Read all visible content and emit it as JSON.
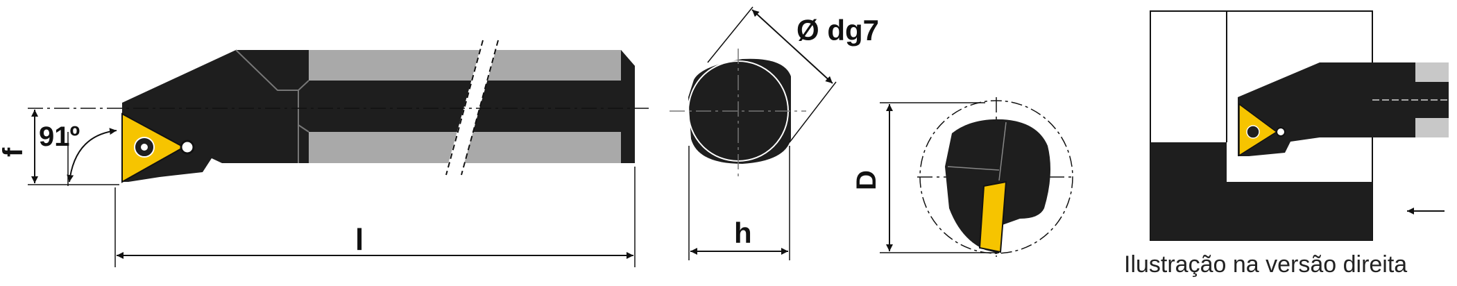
{
  "colors": {
    "body": "#1e1e1e",
    "flat": "#a9a9a9",
    "insert": "#f6c400",
    "line": "#111111",
    "background": "#ffffff"
  },
  "side_view": {
    "angle_label": "91º",
    "f_label": "f",
    "length_label": "l"
  },
  "end_view": {
    "diameter_label": "Ø dg7",
    "h_label": "h"
  },
  "bore_view": {
    "D_label": "D"
  },
  "illustration": {
    "caption": "Ilustração na versão direita",
    "feed_arrow_icon": "arrow-left-icon"
  }
}
